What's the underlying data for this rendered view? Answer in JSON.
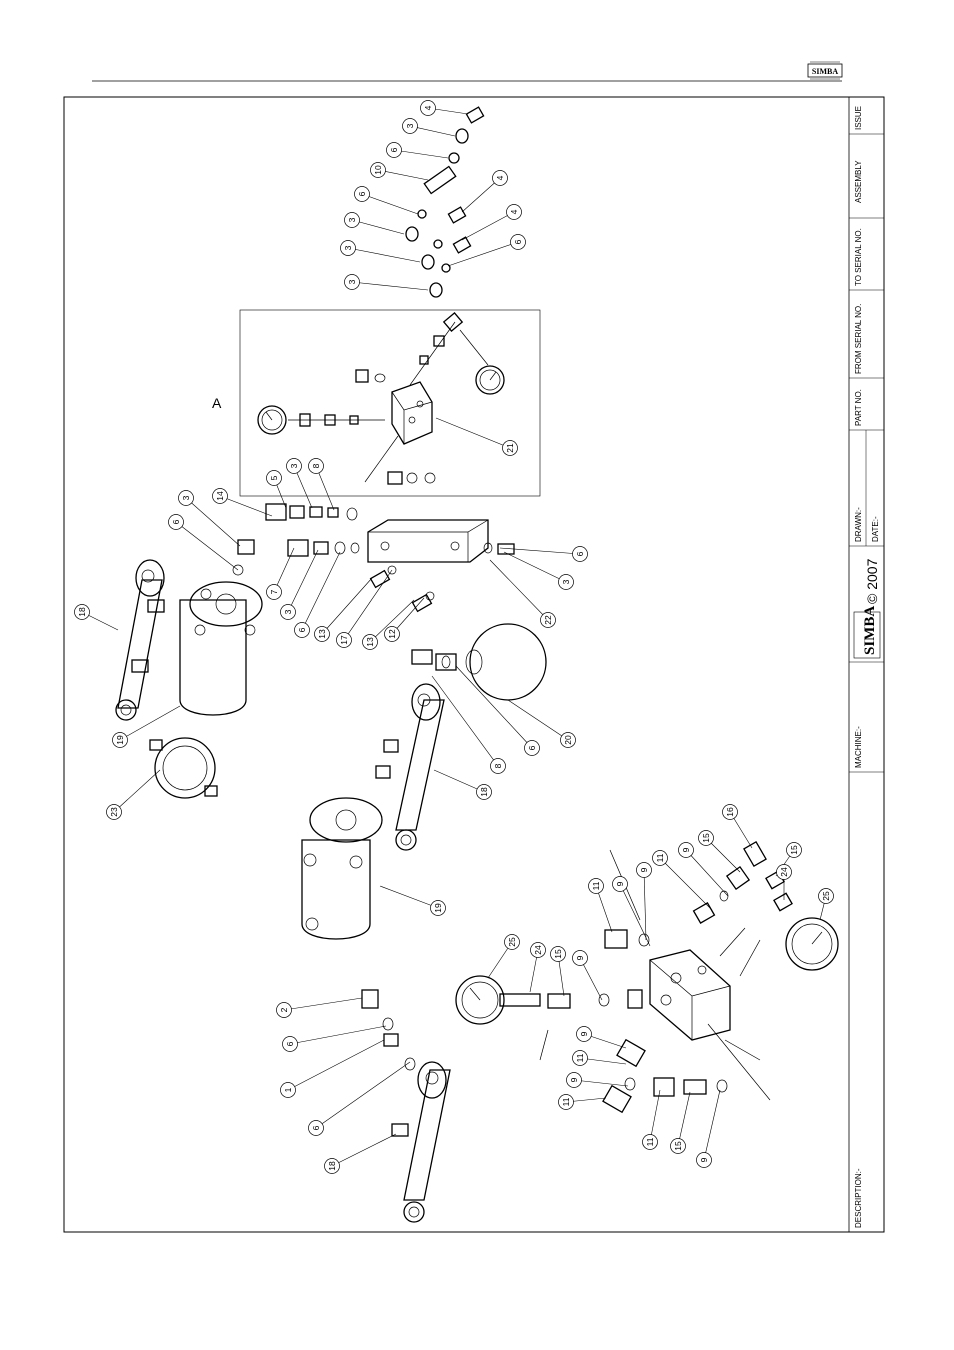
{
  "header": {
    "logo_text": "SIMBA"
  },
  "title_block": {
    "issue": "ISSUE",
    "assembly": "ASSEMBLY",
    "to_serial": "TO SERIAL NO.",
    "from_serial": "FROM SERIAL NO.",
    "part_no": "PART NO.",
    "drawn": "DRAWN:-",
    "date": "DATE:-",
    "copyright": "© 2007",
    "logo": "SIMBA",
    "machine": "MACHINE:-",
    "description": "DESCRIPTION:-"
  },
  "detail_label": "A",
  "callouts": [
    {
      "n": "4"
    },
    {
      "n": "3"
    },
    {
      "n": "6"
    },
    {
      "n": "10"
    },
    {
      "n": "4"
    },
    {
      "n": "6"
    },
    {
      "n": "3"
    },
    {
      "n": "4"
    },
    {
      "n": "3"
    },
    {
      "n": "6"
    },
    {
      "n": "3"
    },
    {
      "n": "21"
    },
    {
      "n": "5"
    },
    {
      "n": "3"
    },
    {
      "n": "8"
    },
    {
      "n": "3"
    },
    {
      "n": "14"
    },
    {
      "n": "6"
    },
    {
      "n": "7"
    },
    {
      "n": "3"
    },
    {
      "n": "6"
    },
    {
      "n": "13"
    },
    {
      "n": "17"
    },
    {
      "n": "13"
    },
    {
      "n": "12"
    },
    {
      "n": "22"
    },
    {
      "n": "6"
    },
    {
      "n": "3"
    },
    {
      "n": "18"
    },
    {
      "n": "19"
    },
    {
      "n": "23"
    },
    {
      "n": "8"
    },
    {
      "n": "6"
    },
    {
      "n": "20"
    },
    {
      "n": "18"
    },
    {
      "n": "19"
    },
    {
      "n": "16"
    },
    {
      "n": "15"
    },
    {
      "n": "9"
    },
    {
      "n": "11"
    },
    {
      "n": "9"
    },
    {
      "n": "11"
    },
    {
      "n": "9"
    },
    {
      "n": "15"
    },
    {
      "n": "24"
    },
    {
      "n": "25"
    },
    {
      "n": "25"
    },
    {
      "n": "24"
    },
    {
      "n": "15"
    },
    {
      "n": "9"
    },
    {
      "n": "9"
    },
    {
      "n": "11"
    },
    {
      "n": "9"
    },
    {
      "n": "11"
    },
    {
      "n": "11"
    },
    {
      "n": "15"
    },
    {
      "n": "9"
    },
    {
      "n": "2"
    },
    {
      "n": "6"
    },
    {
      "n": "1"
    },
    {
      "n": "6"
    },
    {
      "n": "18"
    }
  ]
}
